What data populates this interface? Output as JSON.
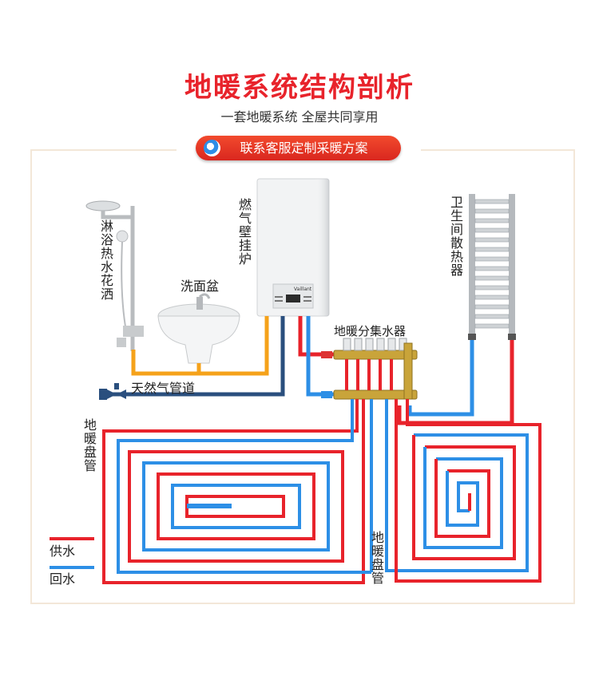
{
  "header": {
    "title": "地暖系统结构剖析",
    "subtitle": "一套地暖系统  全屋共同享用",
    "cta_label": "联系客服定制采暖方案"
  },
  "labels": {
    "shower": "淋浴热水花洒",
    "boiler": "燃气壁挂炉",
    "basin": "洗面盆",
    "radiator": "卫生间散热器",
    "manifold": "地暖分集水器",
    "gas_pipe": "天然气管道",
    "coil_left": "地暖盘管",
    "coil_right": "地暖盘管",
    "boiler_brand": "Vaillant"
  },
  "legend": {
    "supply": "供水",
    "return": "回水"
  },
  "colors": {
    "supply": "#e8232b",
    "return": "#2d8fe6",
    "gas": "#2a4f7e",
    "hot_water": "#f5a21a",
    "frame": "#f3e7d8",
    "title": "#e8232b"
  },
  "icons": [
    "shower-icon",
    "basin-icon",
    "boiler-icon",
    "radiator-icon",
    "manifold-icon",
    "gas-valve-icon",
    "cta-chat-icon"
  ]
}
